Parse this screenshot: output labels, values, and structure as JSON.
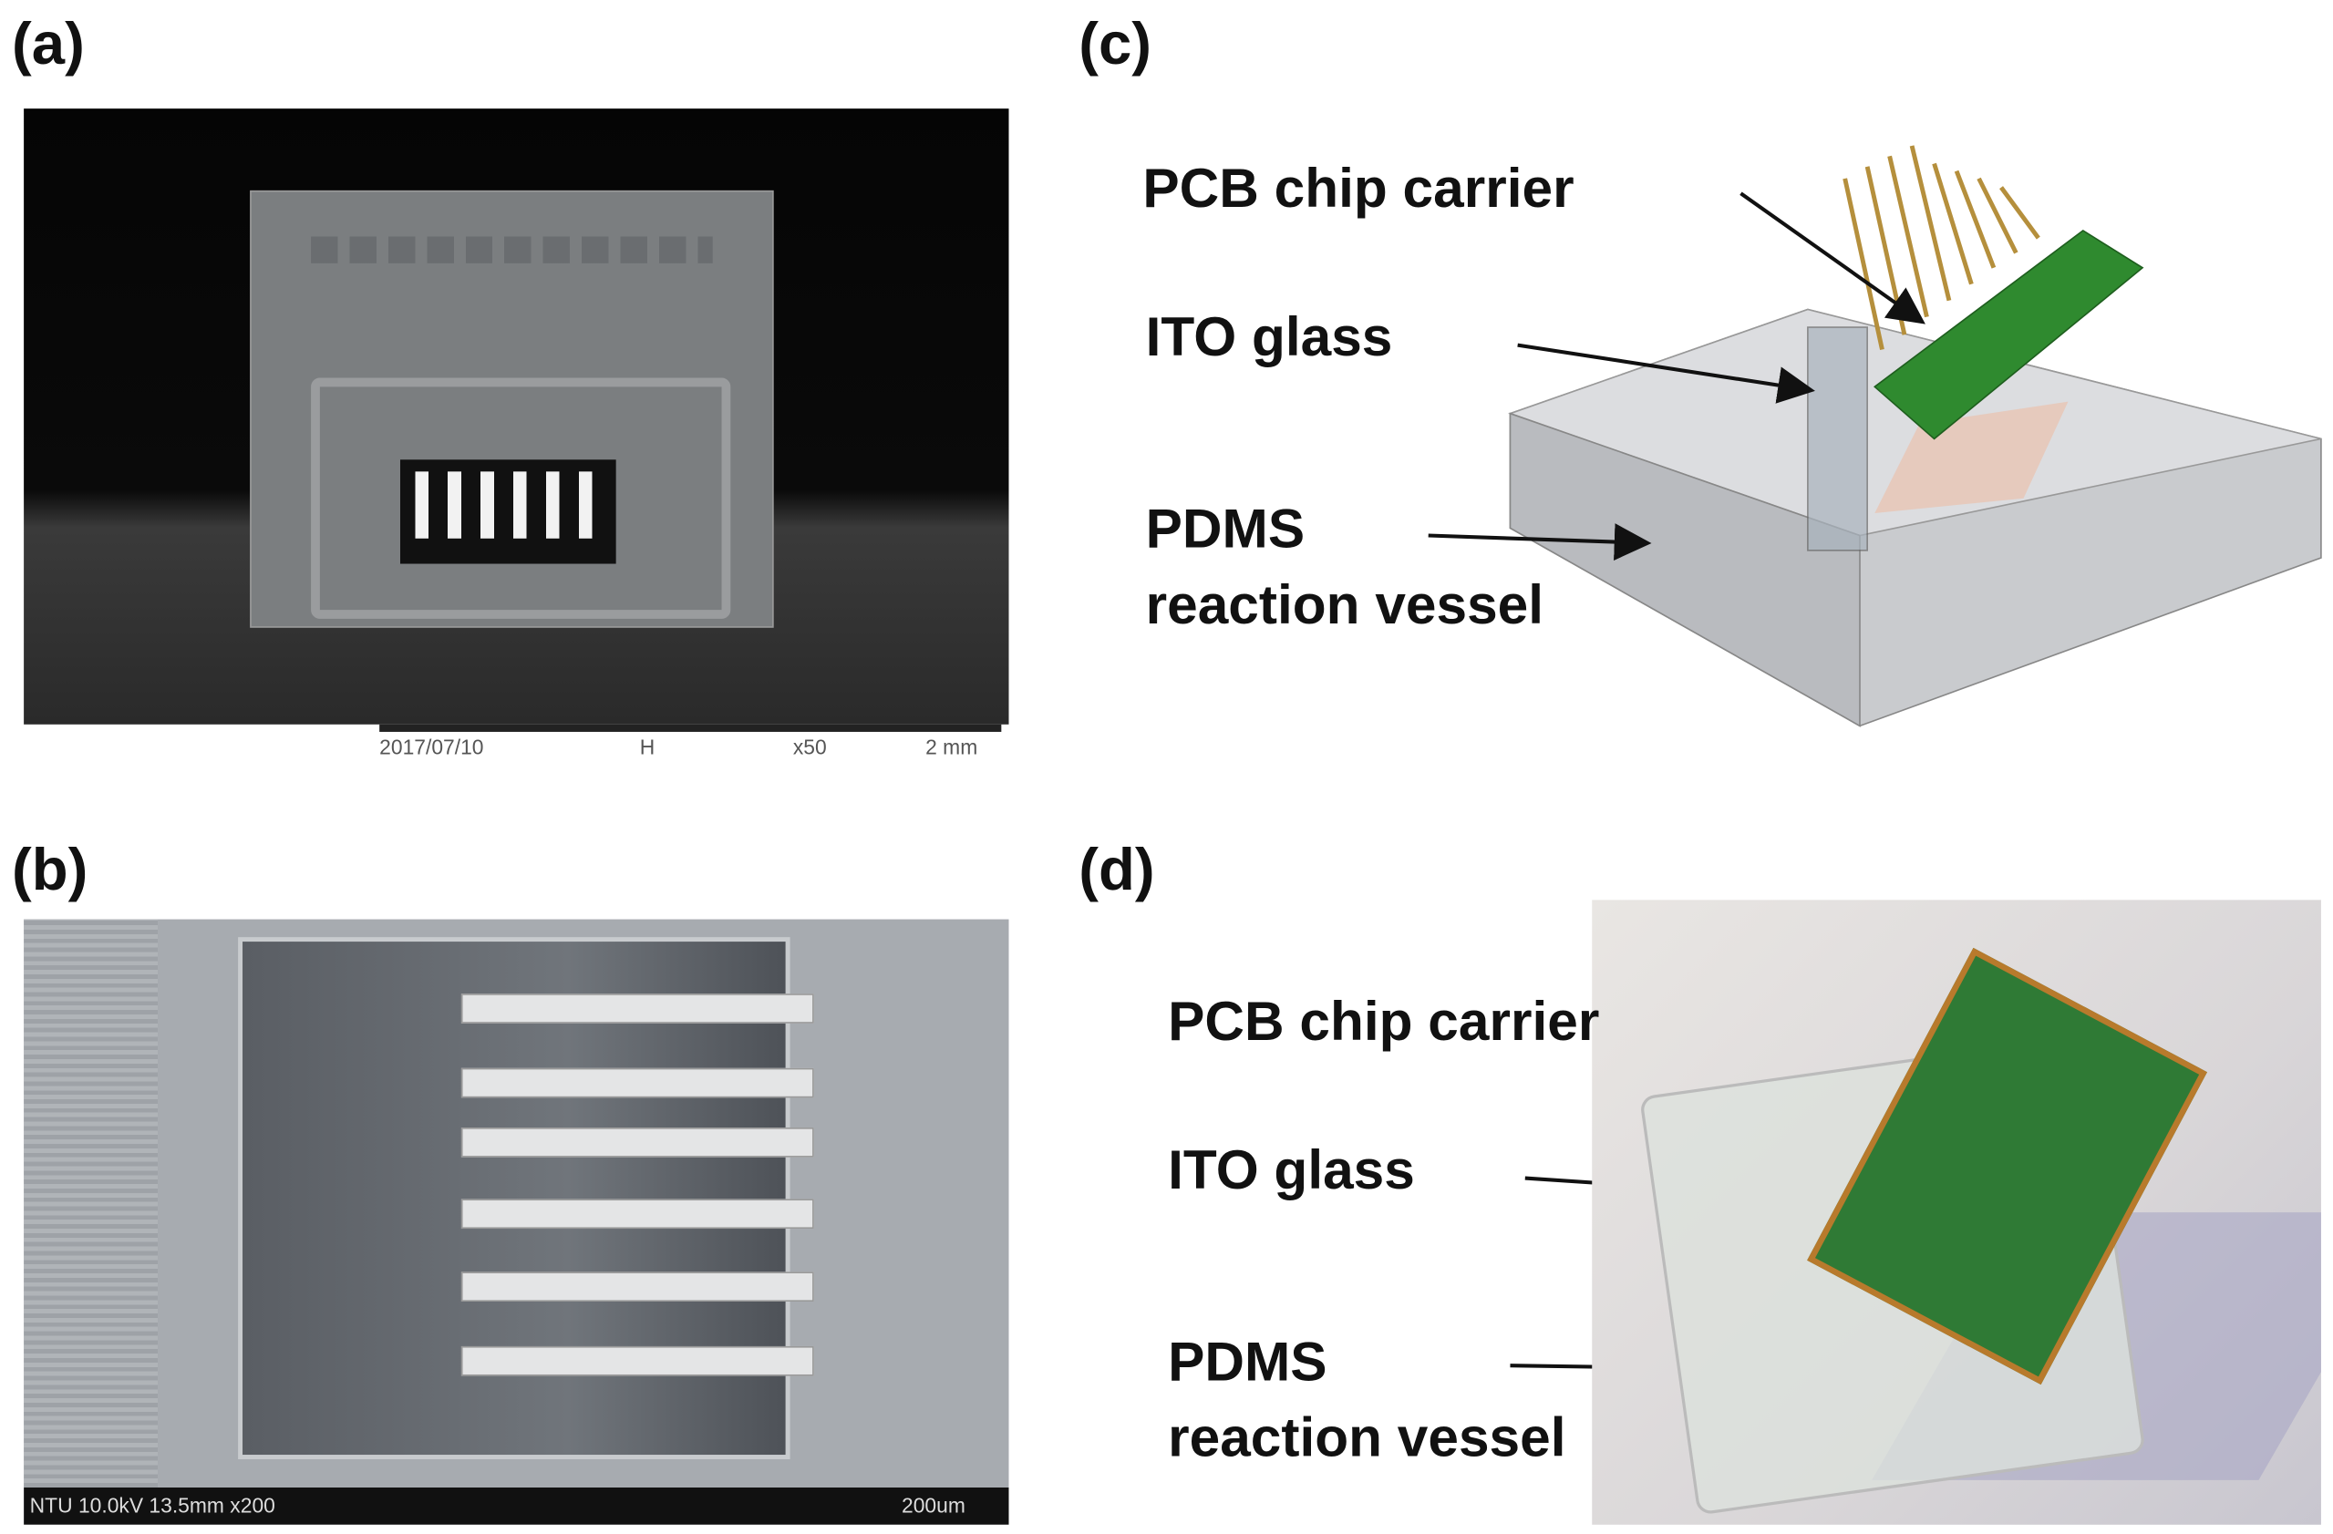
{
  "panels": {
    "a": {
      "label": "(a)",
      "scale_bar": {
        "date": "2017/07/10",
        "mode": "H",
        "magnification": "x50",
        "scale": "2 mm"
      }
    },
    "b": {
      "label": "(b)",
      "scale_bar": {
        "info": "NTU 10.0kV 13.5mm x200",
        "scale": "200um"
      }
    },
    "c": {
      "label": "(c)",
      "annotations": {
        "pcb": "PCB chip carrier",
        "ito": "ITO glass",
        "pdms1": "PDMS",
        "pdms2": "reaction vessel"
      }
    },
    "d": {
      "label": "(d)",
      "annotations": {
        "pcb": "PCB chip carrier",
        "ito": "ITO glass",
        "pdms1": "PDMS",
        "pdms2": "reaction vessel"
      }
    }
  }
}
